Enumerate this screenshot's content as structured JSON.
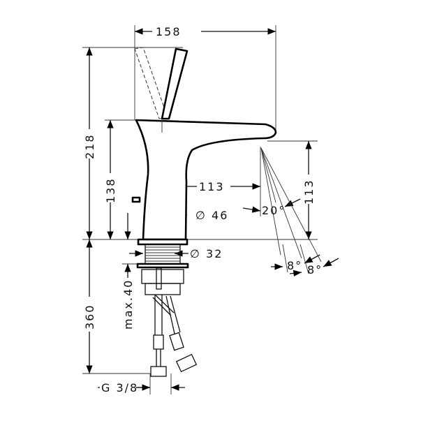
{
  "title": "Basin mixer dimension drawing",
  "dimensions": {
    "overall_depth": "158",
    "overall_height": "218",
    "spout_height": "138",
    "spout_reach": "113",
    "body_diameter": "∅ 46",
    "spout_clearance": "113",
    "spray_angle": "20°",
    "angle_a": "8°",
    "angle_b": "8°",
    "shank_diameter": "∅ 32",
    "hose_length": "360",
    "max_deck": "max.40",
    "connection": "G 3/8"
  }
}
